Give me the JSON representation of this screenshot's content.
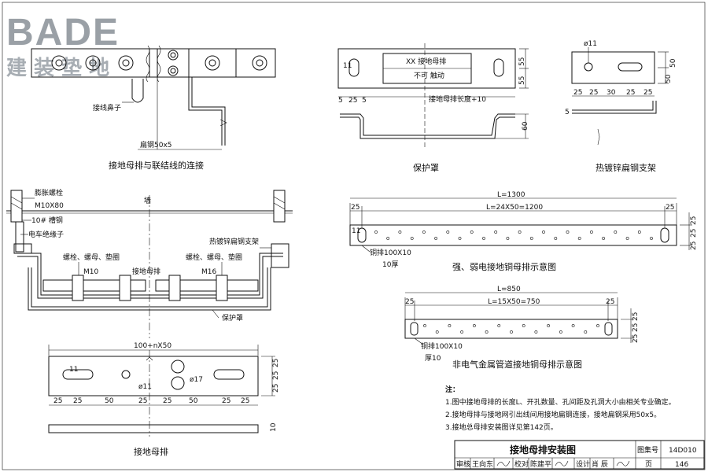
{
  "logo": {
    "brand": "BADE",
    "subtitle": "建 装 垫 地"
  },
  "fig1": {
    "caption": "接地母排与联结线的连接",
    "label_terminal": "接线鼻子",
    "label_flat_steel": "扁钢50x5"
  },
  "fig2": {
    "caption": "保护罩",
    "label_box_title": "XX 接地母排",
    "label_box_warn": "不可  触动",
    "label_length": "接地母排长度+10",
    "dims_top": [
      "5",
      "25",
      "5"
    ],
    "dims_right": [
      "55",
      "55"
    ],
    "dim_side": "60",
    "dims_left": [
      "11"
    ]
  },
  "fig3": {
    "caption": "热镀锌扁钢支架",
    "hole": "ø11",
    "dims_bottom": [
      "25",
      "25",
      "30",
      "25",
      "25"
    ],
    "dims_right": [
      "50",
      "50"
    ],
    "dim_left": "5"
  },
  "fig4": {
    "label_wall": "墙",
    "label_expansion_bolt": "膨胀螺栓",
    "label_m10x80": "M10X80",
    "label_channel": "10# 槽钢",
    "label_insulator": "电车绝缘子",
    "label_bolt_left": "螺栓、螺母、垫圈",
    "label_bolt_right": "螺栓、螺母、垫圈",
    "label_m10": "M10",
    "label_m16": "M16",
    "label_busbar": "接地母排",
    "label_bracket": "热镀锌扁钢支架",
    "label_cover": "保护罩"
  },
  "fig5": {
    "caption": "接地母排",
    "dim_total": "100+nX50",
    "dims_bottom": [
      "25",
      "25",
      "50",
      "25",
      "25",
      "50",
      "25",
      "25"
    ],
    "dims_right": [
      "25",
      "25",
      "25"
    ],
    "dim_thick": "10",
    "hole_small": "ø11",
    "hole_big": "ø17",
    "slot": "11"
  },
  "fig6": {
    "caption": "强、弱电接地铜母排示意图",
    "dim_total": "L=1300",
    "dim_inner": "L=24X50=1200",
    "dims_ends": [
      "25",
      "25"
    ],
    "dims_right": [
      "25",
      "25",
      "25"
    ],
    "label_copper": "铜排100X10",
    "label_thick": "10厚",
    "slot": "11"
  },
  "fig7": {
    "caption": "非电气金属管道接地铜母排示意图",
    "dim_total": "L=850",
    "dim_inner": "L=15X50=750",
    "dims_ends": [
      "25",
      "25"
    ],
    "dims_right": [
      "25",
      "25",
      "25"
    ],
    "label_copper": "铜排100X10",
    "label_thick": "厚10"
  },
  "notes": {
    "heading": "注：",
    "items": [
      "1.图中接地母排的长度L、开孔数量、孔间距及孔洞大小由相关专业确定。",
      "2.接地母排与接地网引出线间用接地扁钢连接，接地扁钢采用50x5。",
      "3.接地总母排安装图详见第142页。"
    ]
  },
  "title_block": {
    "title": "接地母排安装图",
    "atlas_label": "图集号",
    "atlas_no": "14D010",
    "page_label": "页",
    "page_no": "146",
    "review_label": "审核",
    "review_name": "王向东",
    "check_label": "校对",
    "check_name": "陈建平",
    "design_label": "设计",
    "design_name": "肖 辰"
  }
}
